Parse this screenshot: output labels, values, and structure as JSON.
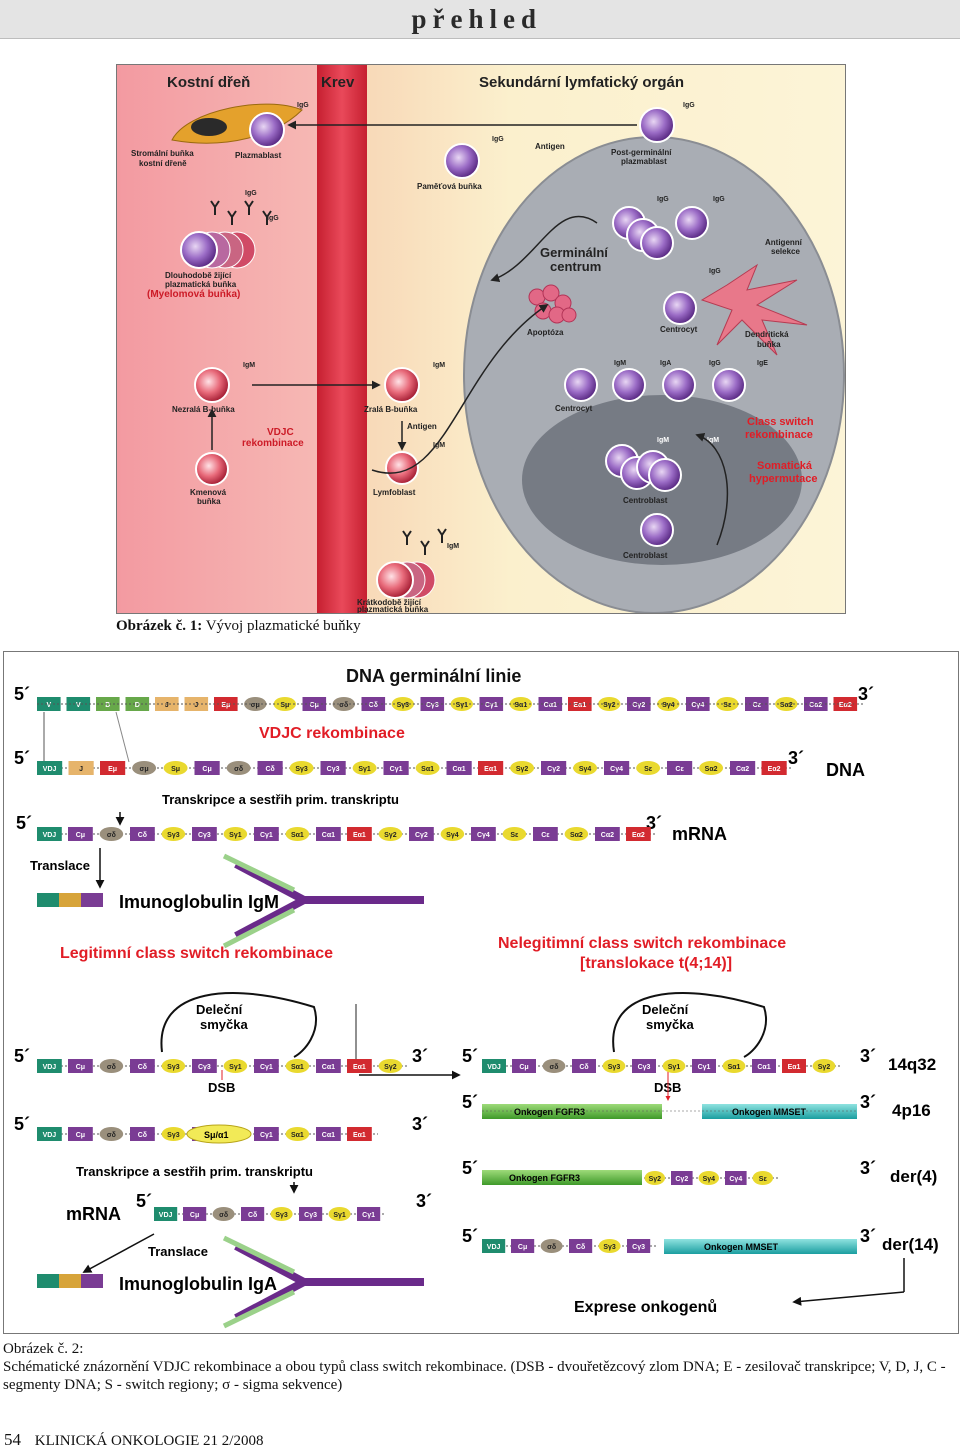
{
  "header": {
    "title": "přehled"
  },
  "figure1": {
    "regions": [
      "Kostní dřeň",
      "Krev",
      "Sekundární lymfatický orgán"
    ],
    "labels": {
      "stromal": [
        "Stromální buňka",
        "kostní dřeně"
      ],
      "plasmablast": "Plazmablast",
      "igg": "IgG",
      "igm": "IgM",
      "iga": "IgA",
      "ige": "IgE",
      "longlived": [
        "Dlouhodobě žijící",
        "plazmatická buňka"
      ],
      "myeloma": "(Myelomová buňka)",
      "memory": "Paměťová buňka",
      "antigen": "Antigen",
      "postgc": [
        "Post-germinální",
        "plazmablast"
      ],
      "gc": [
        "Germinální",
        "centrum"
      ],
      "antigen_sel": [
        "Antigenní",
        "selekce"
      ],
      "apoptosis": "Apoptóza",
      "centrocyte": "Centrocyt",
      "dendritic": [
        "Dendritická",
        "buňka"
      ],
      "naive": "Nezralá B-buňka",
      "vdjc": [
        "VDJC",
        "rekombinace"
      ],
      "mature": "Zralá B-buňka",
      "lymfoblast": "Lymfoblast",
      "stem": [
        "Kmenová",
        "buňka"
      ],
      "class_switch": [
        "Class switch",
        "rekombinace"
      ],
      "somatic": [
        "Somatická",
        "hypermutace"
      ],
      "centroblast": "Centroblast",
      "shortlived": [
        "Krátkodobě žijící",
        "plazmatická buňka"
      ]
    }
  },
  "caption1": {
    "label": "Obrázek č. 1:",
    "text": " Vývoj plazmatické buňky"
  },
  "figure2": {
    "title": "DNA germinální linie",
    "prime5": "5´",
    "prime3": "3´",
    "row1": [
      "V",
      "V",
      "D",
      "D",
      "J",
      "J",
      "Eμ",
      "σμ",
      "Sμ",
      "Cμ",
      "σδ",
      "Cδ",
      "Sγ3",
      "Cγ3",
      "Sγ1",
      "Cγ1",
      "Sα1",
      "Cα1",
      "Eα1",
      "Sγ2",
      "Cγ2",
      "Sγ4",
      "Cγ4",
      "Sε",
      "Cε",
      "Sα2",
      "Cα2",
      "Eα2"
    ],
    "vdjc": "VDJC rekombinace",
    "row2": [
      "VDJ",
      "J",
      "Eμ",
      "σμ",
      "Sμ",
      "Cμ",
      "σδ",
      "Cδ",
      "Sγ3",
      "Cγ3",
      "Sγ1",
      "Cγ1",
      "Sα1",
      "Cα1",
      "Eα1",
      "Sγ2",
      "Cγ2",
      "Sγ4",
      "Cγ4",
      "Sε",
      "Cε",
      "Sα2",
      "Cα2",
      "Eα2"
    ],
    "dna": "DNA",
    "transcription": "Transkripce a sestřih prim. transkriptu",
    "row3": [
      "VDJ",
      "Cμ",
      "σδ",
      "Cδ",
      "Sγ3",
      "Cγ3",
      "Sγ1",
      "Cγ1",
      "Sα1",
      "Cα1",
      "Eα1",
      "Sγ2",
      "Cγ2",
      "Sγ4",
      "Cγ4",
      "Sε",
      "Cε",
      "Sα2",
      "Cα2",
      "Eα2"
    ],
    "mrna": "mRNA",
    "translation": "Translace",
    "igm": "Imunoglobulin IgM",
    "legit": "Legitimní class switch rekombinace",
    "illegit": [
      "Nelegitimní class switch rekombinace",
      "[translokace t(4;14)]"
    ],
    "loop_label": [
      "Deleční",
      "smyčka"
    ],
    "dsb": "DSB",
    "merged": "Sμ/α1",
    "onco_fgfr3": "Onkogen FGFR3",
    "onco_mmset": "Onkogen MMSET",
    "chr": [
      "14q32",
      "4p16",
      "der(4)",
      "der(14)"
    ],
    "iga": "Imunoglobulin IgA",
    "expression": "Exprese onkogenů"
  },
  "caption2": {
    "label": "Obrázek č. 2:",
    "text": "Schématické znázornění VDJC rekombinace a obou typů class switch rekombinace. (DSB - dvouřetězcový zlom DNA; E - zesilovač transkripce; V, D, J, C - segmenty DNA; S - switch regiony; σ - sigma sekvence)"
  },
  "footer": {
    "page": "54",
    "journal": "KLINICKÁ ONKOLOGIE  21  2/2008"
  },
  "colors": {
    "marrow": "#ee7d86",
    "blood": "#d7323f",
    "organ": "#fbf1d0",
    "gc": "#a7aab1",
    "title_red": "#e11d26",
    "cell_purple": "#8a3d9a"
  }
}
